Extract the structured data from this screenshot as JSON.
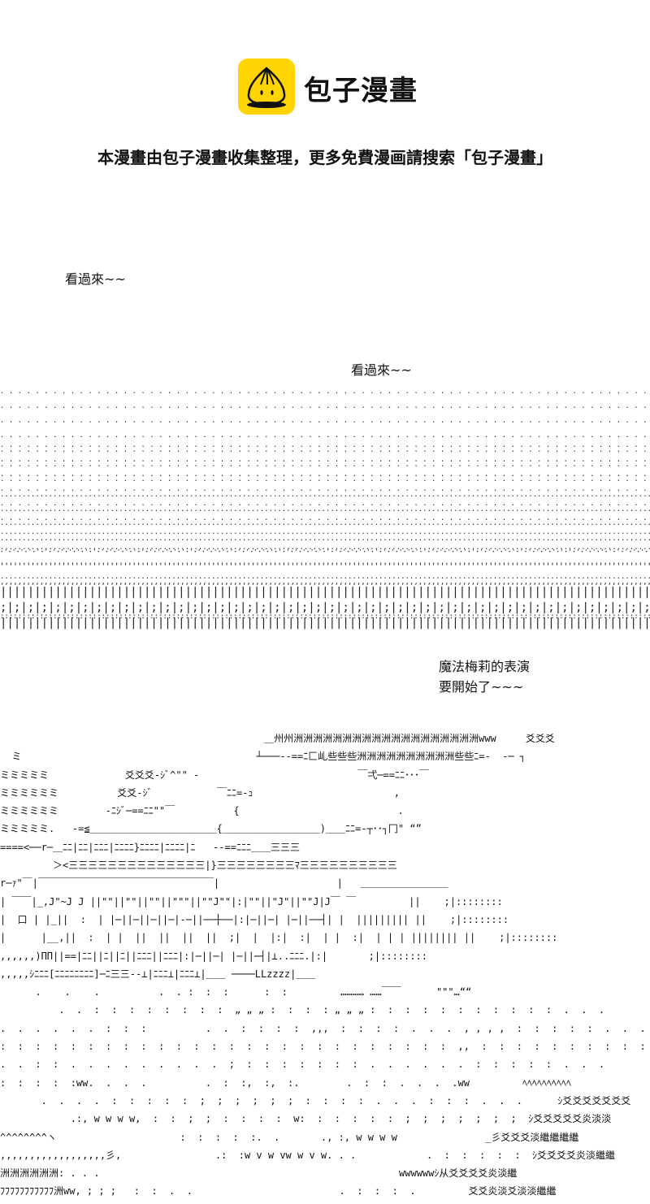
{
  "header": {
    "logo_text": "包子漫畫",
    "notice": "本漫畫由包子漫畫收集整理，更多免費漫画請搜索「包子漫畫」",
    "brand_color": "#ffd400"
  },
  "speech": {
    "first": "看過來~~",
    "second": "看過來~~"
  },
  "texture_rows": [
    ". ",
    ". ",
    ". ",
    ". ",
    ". ",
    ". ",
    ". ",
    ". ",
    ". ",
    ". ",
    ". ",
    "..",
    ". ",
    "..",
    ". ",
    "..",
    "..",
    "..",
    "..",
    "･'",
    "..",
    "''",
    "..",
    ",,",
    "|",
    ";|",
    "::",
    "|"
  ],
  "caption": {
    "line1": "魔法梅莉的表演",
    "line2": "要開始了~~~"
  },
  "art_lines": [
    "                                             ＿州州洲洲洲洲洲洲洲洲洲洲洲洲洲洲洲洲洲洲洲www     爻爻爻",
    "  ミ                                        ┴───--==ﾆ匚乢些些些洲洲洲洲洲洲洲洲洲洲些些ﾆ=-  -─ ┐",
    "ミミミミミ             爻爻爻-ｼﾞ^\"\" -                           ￣弌─==ﾆﾆ･･･￣",
    "ミミミミミミ          爻爻-ｼﾞ           ￣ﾆﾆ=-ｭ                        ,",
    "ミミミミミミ        -ﾆｼﾞ─==ﾆﾆ\"\"￣          {                           .",
    "ミミミミミ.   -=≦＿＿＿＿＿＿＿＿＿＿＿＿＿{＿＿＿＿＿＿＿＿＿＿)＿＿ﾆﾆ=-┬･･┐冂\" “”",
    "====<──r─＿ﾆﾆ|ﾆﾆ|ﾆﾆﾆ|ﾆﾆﾆﾆ}ﾆﾆﾆﾆ|ﾆﾆﾆﾆ|ﾆ   --==ﾆﾆﾆ＿＿三三三",
    "         ＞<三三三三三三三三三三三三三三|}三三三三三三三三ﾏ三三三三三三三三三三",
    "r─ｧ\"￣|￣￣￣￣￣￣￣￣￣￣￣￣￣￣￣￣￣￣|                    |   ＿＿＿＿＿＿＿＿＿",
    "| ￣￣|_,J\"~J J ||\"\"||\"\"||\"\"||\"\"\"||\"\"J\"\"|:|\"\"||\"J\"||\"\"J|J￣ ￣         ||    ;|::::::::",
    "|  口 | |_||  :  | |─||─||─||─|-─||──┼──|:|─||─| |─||──┤| |  ||||||||| ||    ;|::::::::",
    "|      |__,||  :  | |  ||  ||  ||  ||  ;|  |  |:|  :|  | |  :|  | | | |||||||| ||    ;|::::::::",
    ",,,,,,)ΠΠ||==|ﾆﾆ||ﾆ||ﾆ||ﾆﾆﾆ||ﾆﾆﾆ|:|─||─| |─||─┤|⊥..ﾆﾆﾆ.|:|       ;|::::::::",
    ",,,,,ｼﾆﾆﾆ[ﾆﾆﾆﾆﾆﾆﾆﾆ]─ﾆ三三--⊥|ﾆﾆﾆ⊥|ﾆﾆﾆ⊥|＿＿ ────LLzzzz|＿＿",
    "      .    .    .          .  . :  :  :      :  :         ………… ……￣￣      \"\"\"…““",
    "          .  .  :  :  :  :  :  :  :  :  „ „ „ :  :  :  : „ „ „ :  :  :  :  :  :  :  :  :  :  :  .  .  .",
    ".  .  .  .  .  .  :  :  :          .  .  :  :  :  :  ,,,  :  :  :  :  .  .  .  , , , ,  :  :  :  :  :  .  .  .",
    ":  :  :  :  :  :  :  :  :  :  :  :  :  :  :  :  :  :  :  :  :  :  :  :  :  :  ,,  :  :  :  :  :  :  :  :  :  :",
    ".  .  :  :  .  .  .  .  .  .  .  .  .  ;  :  :  :  :  :  :  :  .  .  .  .  .  .  :  :  :  :  :  .  .  .",
    ":  :  :  :  :ww.  .  .  .          .  :  :,  :,  :.        .  :  :  .  .  .  .ww         ﾍﾍﾍﾍﾍﾍﾍﾍﾍﾍ",
    "       .  .  .  .  :  :  :  :  :  ;  ;  ;  ;  ;  ;  :  :  :  :  .  .  .  :  :  :  .  .  .      ｼ爻爻爻爻爻爻爻",
    "            .:, w w w w,  :  :  ;  ;  :  :  :  :  w:  :  :  :  :  :  ;  ;  ;  ;  ;  ;  ;  ｼ爻爻爻爻爻炎淡淡",
    "^^^^^^^^ヽ                     :  :  :  :  :.  .       ., :, w w w w               _彡爻爻爻淡繼繼繼繼",
    ",,,,,,,,,,,,,,,,,,彡,                .:  :w v w vw w v w. . .            .  :  :  :  :  :  ｼ爻爻爻爻炎淡繼繼",
    "洲洲洲洲洲洲: . . .                                                   wwwwwwｼ从爻爻爻爻炎淡繼",
    "ﾌﾌﾌﾌﾌﾌﾌﾌﾌﾌﾌ洲ww, ; ; ;   :  :  .  .                         .  :  :  :  .         爻爻炎淡爻淡淡繼繼"
  ]
}
